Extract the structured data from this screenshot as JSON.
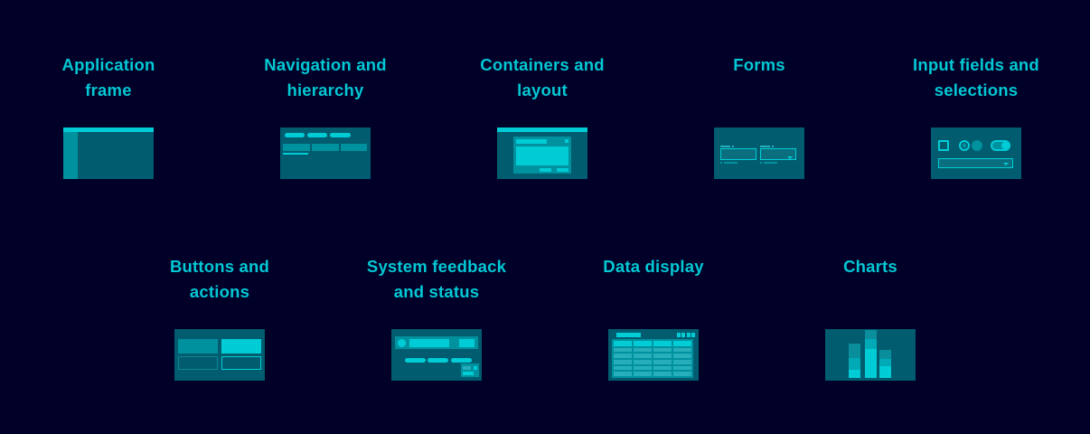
{
  "page": {
    "background": "#000028"
  },
  "colors": {
    "page_bg": "#000028",
    "accent": "#00CCD6",
    "title_text": "#00C8D4",
    "tile_bg": "#005C6E",
    "medium": "#00919E",
    "cell_light": "#27AEBB",
    "chart_mid": "#00A9B6",
    "chart_dark": "#0B8E9C",
    "input_fill": "#0A6E7E",
    "border_dim": "#0F8694"
  },
  "categories": {
    "row1": [
      {
        "id": "application-frame",
        "label": "Application\nframe",
        "icon": "application-frame-thumbnail"
      },
      {
        "id": "navigation-and-hierarchy",
        "label": "Navigation and\nhierarchy",
        "icon": "navigation-thumbnail"
      },
      {
        "id": "containers-and-layout",
        "label": "Containers and\nlayout",
        "icon": "modal-window-thumbnail"
      },
      {
        "id": "forms",
        "label": "Forms",
        "icon": "form-fields-thumbnail"
      },
      {
        "id": "input-fields-and-selections",
        "label": "Input fields and\nselections",
        "icon": "input-controls-thumbnail"
      }
    ],
    "row2": [
      {
        "id": "buttons-and-actions",
        "label": "Buttons and\nactions",
        "icon": "buttons-thumbnail"
      },
      {
        "id": "system-feedback-and-status",
        "label": "System feedback\nand status",
        "icon": "feedback-thumbnail"
      },
      {
        "id": "data-display",
        "label": "Data display",
        "icon": "data-table-thumbnail"
      },
      {
        "id": "charts",
        "label": "Charts",
        "icon": "bar-chart-thumbnail"
      }
    ]
  }
}
